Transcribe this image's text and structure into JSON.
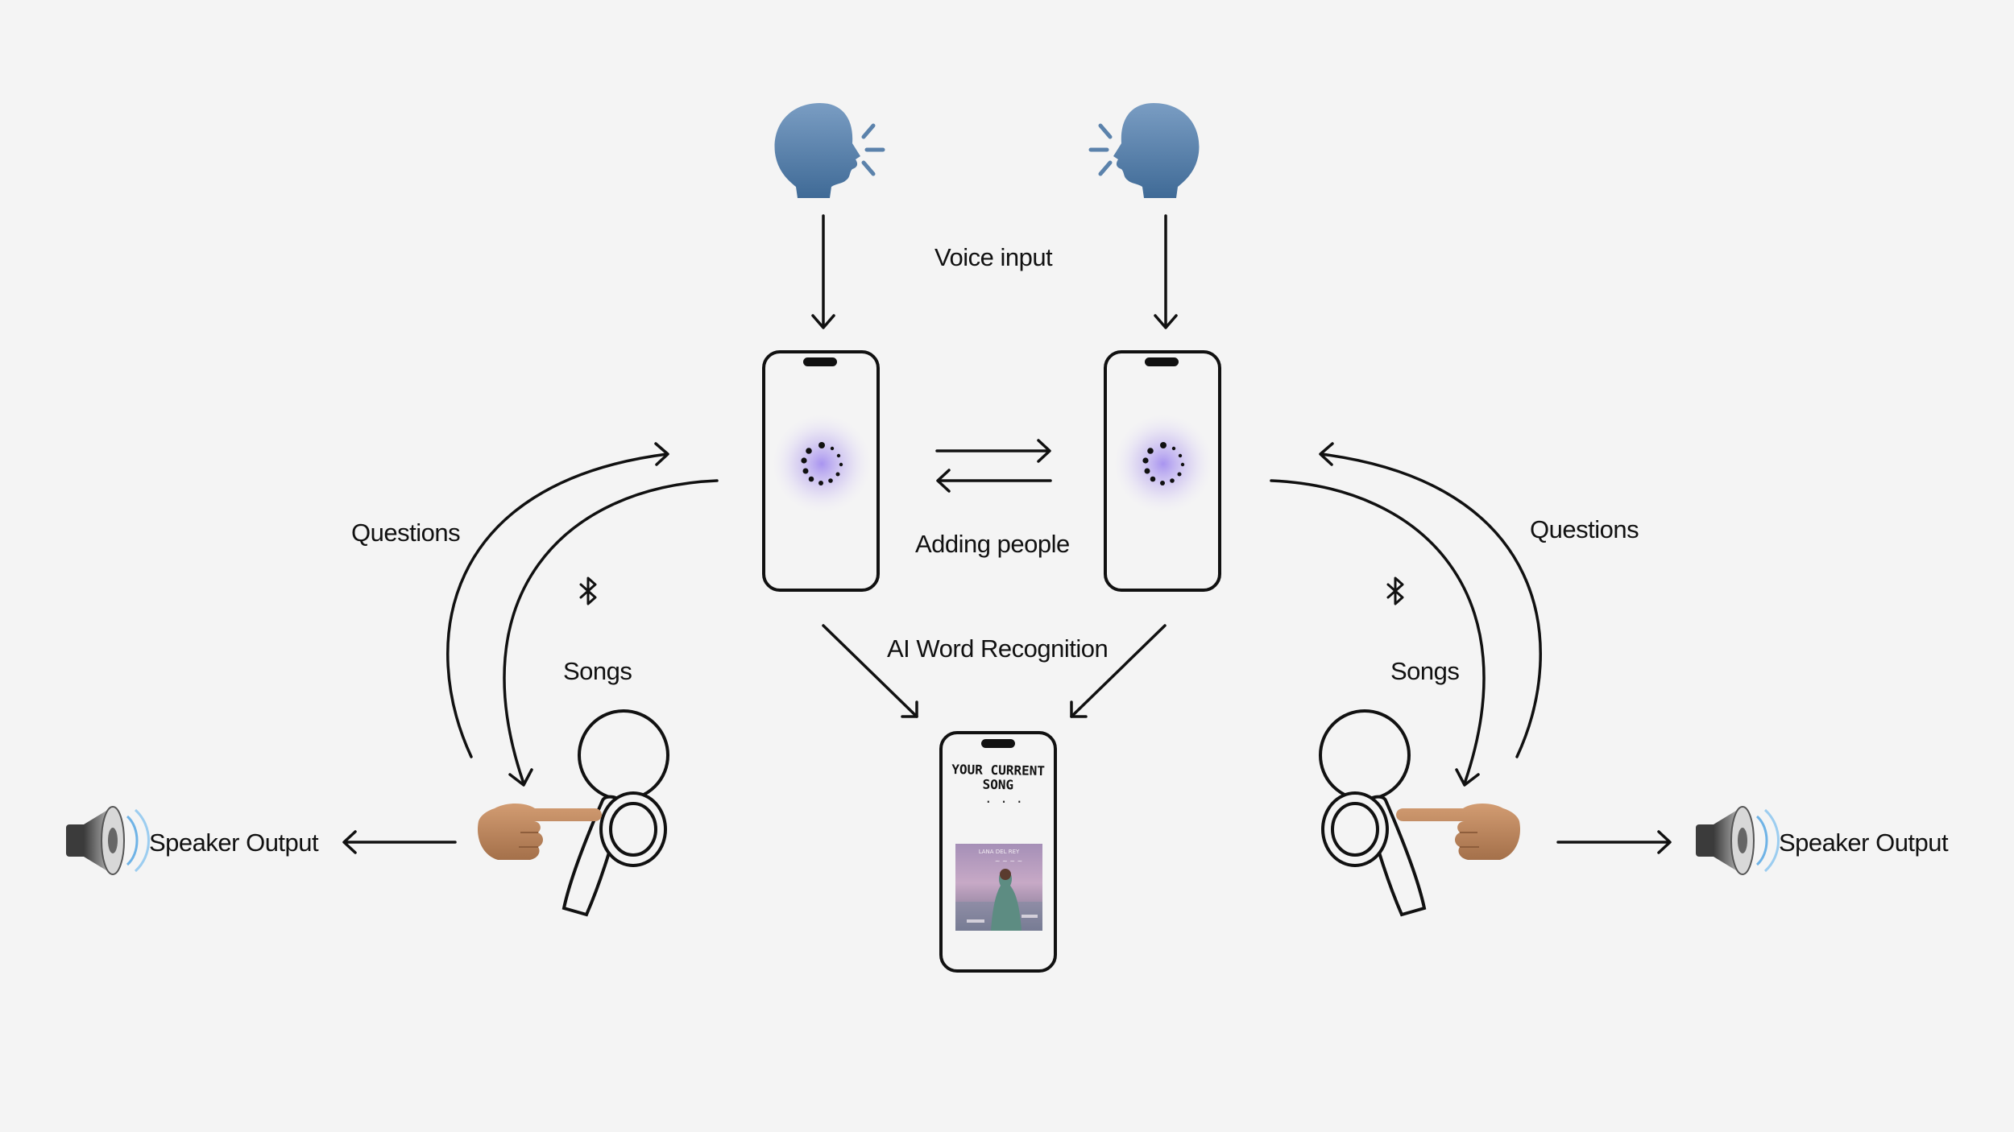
{
  "labels": {
    "voice_input": "Voice input",
    "adding_people": "Adding people",
    "ai_word_recognition": "AI Word Recognition",
    "questions_left": "Questions",
    "questions_right": "Questions",
    "songs_left": "Songs",
    "songs_right": "Songs",
    "speaker_output_left": "Speaker Output",
    "speaker_output_right": "Speaker Output"
  },
  "center_phone": {
    "title": "YOUR CURRENT SONG",
    "dots": ". . .",
    "album_art_text": "LANA DEL REY"
  },
  "icons": {
    "speaking_head": "speaking-head-icon",
    "phone": "phone-icon",
    "loading_spinner": "loading-spinner-icon",
    "earbud": "earbud-icon",
    "pointing_hand": "pointing-hand-icon",
    "bluetooth": "bluetooth-icon",
    "speaker": "speaker-icon"
  },
  "colors": {
    "background": "#f4f4f4",
    "stroke": "#111111",
    "head": "#5b82ab",
    "glow": "#b8a6f0",
    "hand": "#c08a61"
  }
}
